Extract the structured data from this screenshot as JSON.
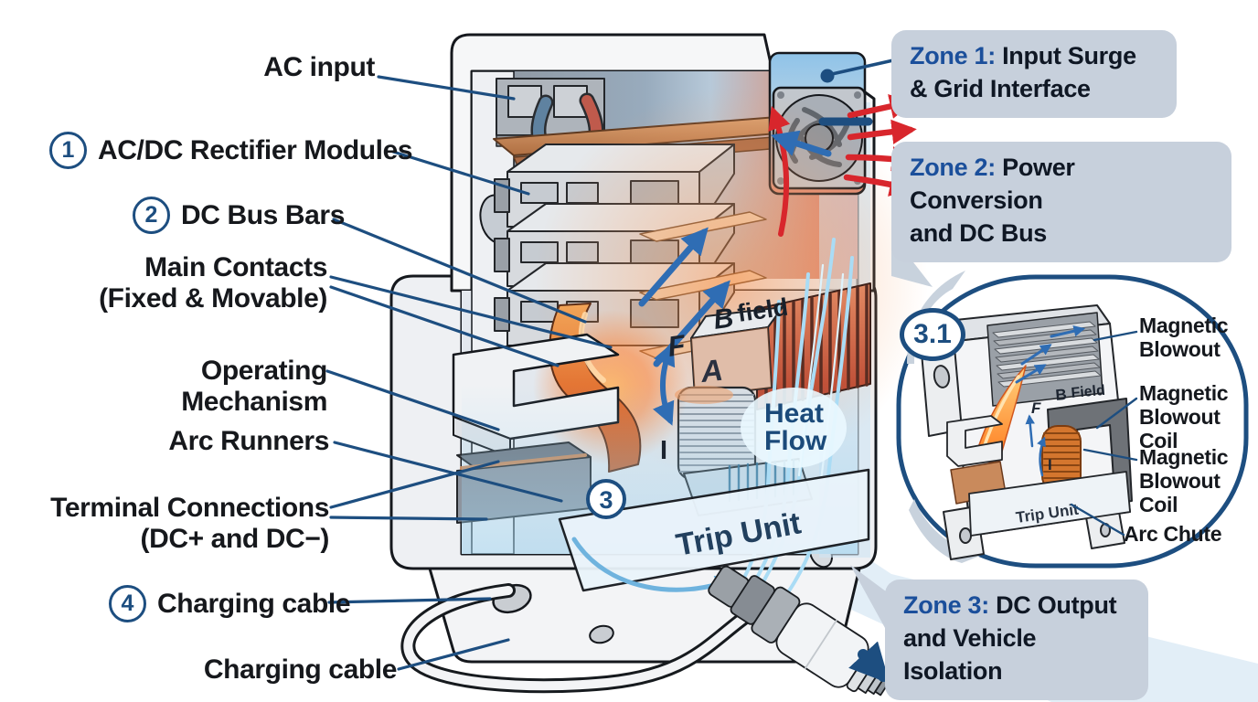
{
  "left_labels": {
    "ac_input": "AC input",
    "rectifier_num": "1",
    "rectifier": "AC/DC Rectifier Modules",
    "dc_bus_num": "2",
    "dc_bus": "DC Bus Bars",
    "main_contacts_line1": "Main Contacts",
    "main_contacts_line2": "(Fixed & Movable)",
    "operating_mechanism": "Operating Mechanism",
    "arc_runners": "Arc Runners",
    "terminal_line1": "Terminal Connections",
    "terminal_line2": "(DC+ and DC−)",
    "charging_num": "4",
    "charging": "Charging cable",
    "charging2": "Charging cable"
  },
  "zones": {
    "zone1_prefix": "Zone 1:",
    "zone1_rest": "Input Surge",
    "zone1_line2": "& Grid Interface",
    "zone2_prefix": "Zone 2:",
    "zone2_rest": "Power",
    "zone2_line2": "Conversion",
    "zone2_line3": "and DC Bus",
    "zone3_prefix": "Zone 3:",
    "zone3_rest": "DC Output",
    "zone3_line2": "and Vehicle Isolation"
  },
  "device": {
    "badge": "3",
    "f": "F",
    "b": "B",
    "field": "field",
    "a": "A",
    "i": "I",
    "heat_line1": "Heat",
    "heat_line2": "Flow",
    "trip_unit": "Trip Unit"
  },
  "inset": {
    "badge": "3.1",
    "label1_line1": "Magnetic",
    "label1_line2": "Blowout",
    "label2_line1": "Magnetic",
    "label2_line2": "Blowout Coil",
    "label3_line1": "Magnetic",
    "label3_line2": "Blowout Coil",
    "label4": "Arc Chute",
    "mini_f": "F",
    "mini_b": "B",
    "mini_field": "Field",
    "mini_i": "I",
    "mini_trip": "Trip Unit"
  },
  "colors": {
    "leader": "#1d4e80",
    "zone_box": "#c7d0dc",
    "zone_prefix": "#1b4f9b",
    "label_text": "#16181c",
    "hot": "#ee6a33",
    "cool": "#8fd0f0",
    "copper": "#c9895c",
    "red_arrow": "#d8262c",
    "blue_arrow": "#2f6db4",
    "light_blue_arrow": "#6fb3de"
  }
}
